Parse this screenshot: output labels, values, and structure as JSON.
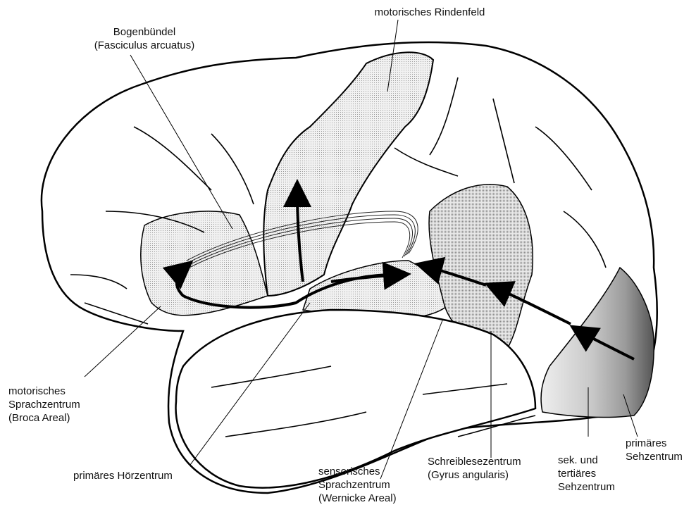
{
  "labels": {
    "bogenbuendel": [
      "Bogenbündel",
      "(Fasciculus arcuatus)"
    ],
    "motor_cortex": [
      "motorisches Rindenfeld"
    ],
    "broca": [
      "motorisches",
      "Sprachzentrum",
      "(Broca Areal)"
    ],
    "hoerzentrum": [
      "primäres Hörzentrum"
    ],
    "wernicke": [
      "sensorisches",
      "Sprachzentrum",
      "(Wernicke Areal)"
    ],
    "schreiblese": [
      "Schreiblesezentrum",
      "(Gyrus angularis)"
    ],
    "sek_sehzentrum": [
      "sek. und",
      "tertiäres",
      "Sehzentrum"
    ],
    "prim_sehzentrum": [
      "primäres",
      "Sehzentrum"
    ]
  }
}
